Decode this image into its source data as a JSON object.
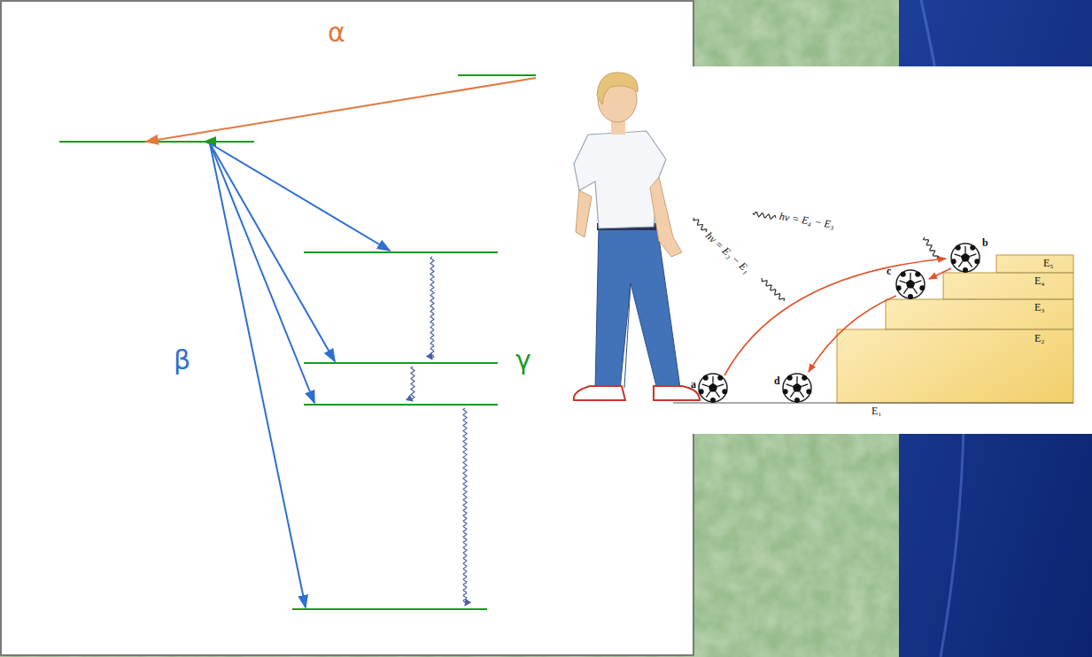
{
  "diagram": {
    "labels": [
      "α",
      "β",
      "γ",
      "hν = E₄ − E₃",
      "hν = E₃ − E₁",
      "b",
      "c",
      "a",
      "d",
      "E₅",
      "E₄",
      "E₃",
      "E₂",
      "E₁"
    ]
  }
}
